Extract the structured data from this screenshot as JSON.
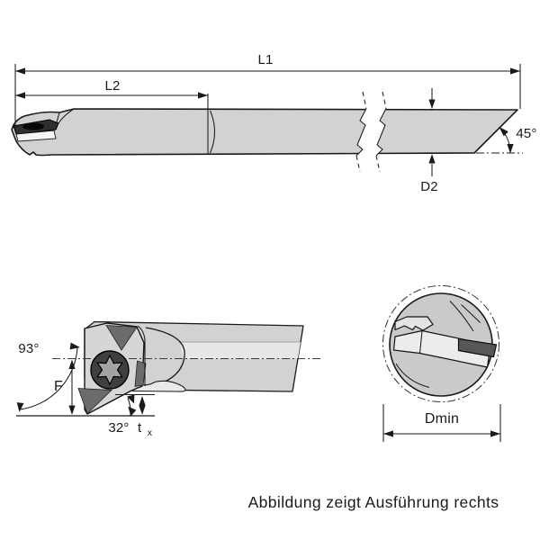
{
  "caption": "Abbildung zeigt Ausführung rechts",
  "side_view": {
    "l1": "L1",
    "l2": "L2",
    "d2": "D2",
    "chamfer_angle": "45°"
  },
  "detail_view": {
    "approach_angle": "93°",
    "height": "F",
    "inclination_angle": "32°",
    "depth": "t",
    "depth_sub": "x"
  },
  "section_view": {
    "min_bore": "Dmin"
  },
  "colors": {
    "background": "#ffffff",
    "line": "#1a1a1a",
    "text": "#1a1a1a",
    "body": "#d2d2d2",
    "body_light": "#e7e7e7",
    "insert_face": "#d6d6d6",
    "insert_dark": "#6b6b6b",
    "insert_side": "#2f2f2f",
    "pocket": "#f5f5f5",
    "screw_ring": "#3f3f3f",
    "screw_star": "#a3a3a3",
    "disc": "#cacaca",
    "blade": "#ececec",
    "clamp": "#e4e4e4",
    "insert_section": "#575757",
    "blob": "#e9e9e9"
  }
}
